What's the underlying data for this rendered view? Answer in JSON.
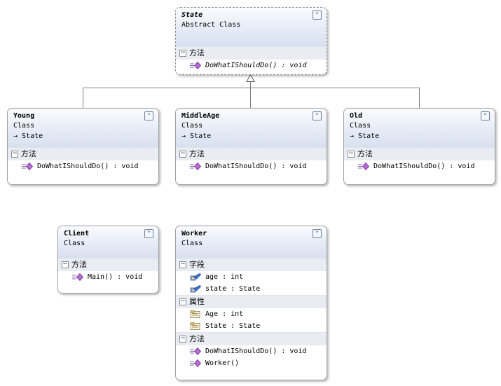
{
  "classes": {
    "state": {
      "name": "State",
      "stereotype": "Abstract Class",
      "sections": [
        {
          "title": "方法",
          "members": [
            {
              "text": "DoWhatIShouldDo() : void",
              "kind": "method-icon"
            }
          ]
        }
      ]
    },
    "young": {
      "name": "Young",
      "stereotype": "Class",
      "inherits": "→ State",
      "sections": [
        {
          "title": "方法",
          "members": [
            {
              "text": "DoWhatIShouldDo() : void",
              "kind": "method-icon"
            }
          ]
        }
      ]
    },
    "middleage": {
      "name": "MiddleAge",
      "stereotype": "Class",
      "inherits": "→ State",
      "sections": [
        {
          "title": "方法",
          "members": [
            {
              "text": "DoWhatIShouldDo() : void",
              "kind": "method-icon"
            }
          ]
        }
      ]
    },
    "old": {
      "name": "Old",
      "stereotype": "Class",
      "inherits": "→ State",
      "sections": [
        {
          "title": "方法",
          "members": [
            {
              "text": "DoWhatIShouldDo() : void",
              "kind": "method-icon"
            }
          ]
        }
      ]
    },
    "client": {
      "name": "Client",
      "stereotype": "Class",
      "sections": [
        {
          "title": "方法",
          "members": [
            {
              "text": "Main() : void",
              "kind": "method-icon"
            }
          ]
        }
      ]
    },
    "worker": {
      "name": "Worker",
      "stereotype": "Class",
      "sections": [
        {
          "title": "字段",
          "members": [
            {
              "text": "age : int",
              "kind": "field-icon"
            },
            {
              "text": "state : State",
              "kind": "field-icon"
            }
          ]
        },
        {
          "title": "属性",
          "members": [
            {
              "text": "Age : int",
              "kind": "property-icon"
            },
            {
              "text": "State : State",
              "kind": "property-icon"
            }
          ]
        },
        {
          "title": "方法",
          "members": [
            {
              "text": "DoWhatIShouldDo() : void",
              "kind": "method-icon"
            },
            {
              "text": "Worker()",
              "kind": "method-icon"
            }
          ]
        }
      ]
    }
  },
  "collapse_glyph": "⌃",
  "section_toggle_glyph": "−",
  "colors": {
    "header_top": "#fbfcff",
    "header_bottom": "#d8e0f0",
    "section_bg": "#e9ecf2",
    "connector": "#808080"
  }
}
